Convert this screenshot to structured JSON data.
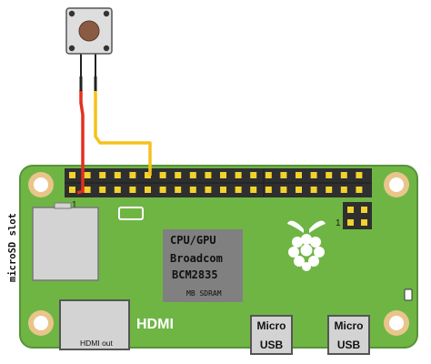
{
  "board": {
    "sd_slot_label": "microSD slot",
    "pin_one_label": "1",
    "header_pin_one_label": "1",
    "chip": {
      "line1": "CPU/GPU",
      "line2": "Broadcom",
      "line3": "BCM2835",
      "line4": "MB SDRAM"
    },
    "hdmi_label": "HDMI",
    "hdmi_port_label": "HDMI out",
    "usb_left": {
      "line1": "Micro",
      "line2": "USB"
    },
    "usb_right": {
      "line1": "Micro",
      "line2": "USB"
    }
  },
  "colors": {
    "pcb": "#6fb544",
    "pcb_edge": "#56933a",
    "header": "#2f2f2f",
    "pin": "#f2d22e",
    "chip": "#808080",
    "wire_red": "#e42f20",
    "wire_yellow": "#f5c21b",
    "button_cap": "#8a5a43",
    "logo": "#ffffff"
  },
  "icons": {
    "push_button": "tactile-push-button-icon",
    "logo": "raspberry-logo-icon"
  }
}
